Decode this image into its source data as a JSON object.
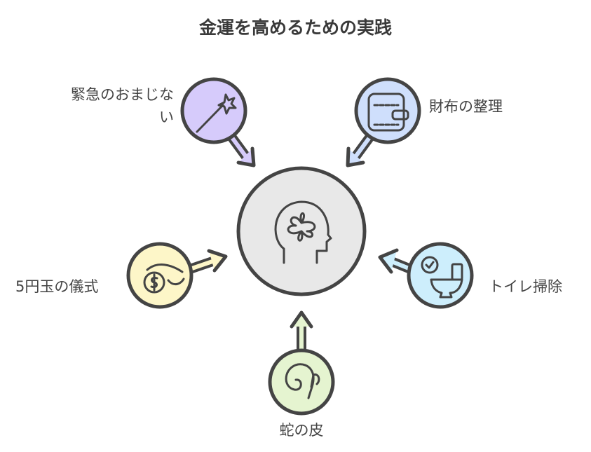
{
  "title": "金運を高めるための実践",
  "center": {
    "icon": "head-clover-icon"
  },
  "nodes": [
    {
      "id": "charm",
      "label_line1": "緊急のおまじな",
      "label_line2": "い",
      "icon": "magic-wand-icon",
      "color": "#d6cbfb"
    },
    {
      "id": "wallet",
      "label": "財布の整理",
      "icon": "wallet-icon",
      "color": "#cfdffc"
    },
    {
      "id": "coin",
      "label": "5円玉の儀式",
      "icon": "hand-coin-icon",
      "color": "#fdf6c8"
    },
    {
      "id": "toilet",
      "label": "トイレ掃除",
      "icon": "toilet-check-icon",
      "color": "#cdeefc"
    },
    {
      "id": "snake",
      "label": "蛇の皮",
      "icon": "snake-icon",
      "color": "#e5f4d0"
    }
  ],
  "colors": {
    "stroke": "#444444",
    "center_fill": "#e8e8e8"
  }
}
